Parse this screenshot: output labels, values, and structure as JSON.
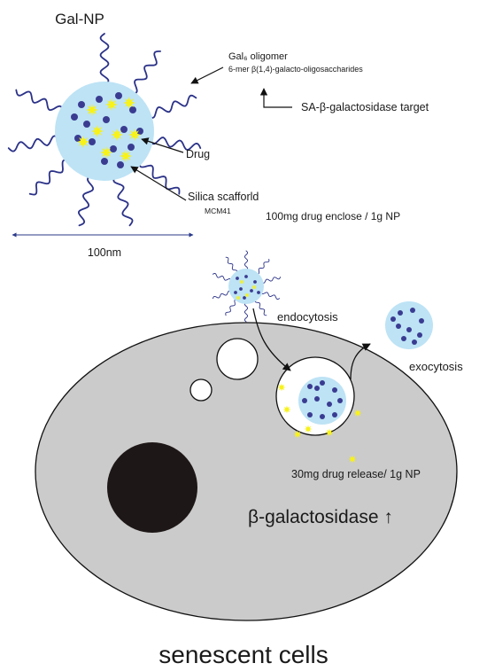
{
  "title": "Gal-NP",
  "labels": {
    "oligomer": "Gal₆ oligomer",
    "oligomer_desc": "6-mer β(1,4)-galacto-oligosaccharides",
    "target": "SA-β-galactosidase target",
    "drug": "Drug",
    "scaffold": "Silica scafforld",
    "scaffold_sub": "MCM41",
    "enclose": "100mg drug enclose / 1g NP",
    "size": "100nm",
    "endocytosis": "endocytosis",
    "exocytosis": "exocytosis",
    "release": "30mg drug release/ 1g NP",
    "enzyme": "β-galactosidase ↑",
    "cell": "senescent cells"
  },
  "colors": {
    "particle": "#bde3f5",
    "dot": "#3a3c91",
    "drug": "#f7f21c",
    "wave": "#2b3288",
    "cell": "#cbcbcb",
    "nucleus": "#1e1717",
    "vesicle": "#ffffff"
  }
}
